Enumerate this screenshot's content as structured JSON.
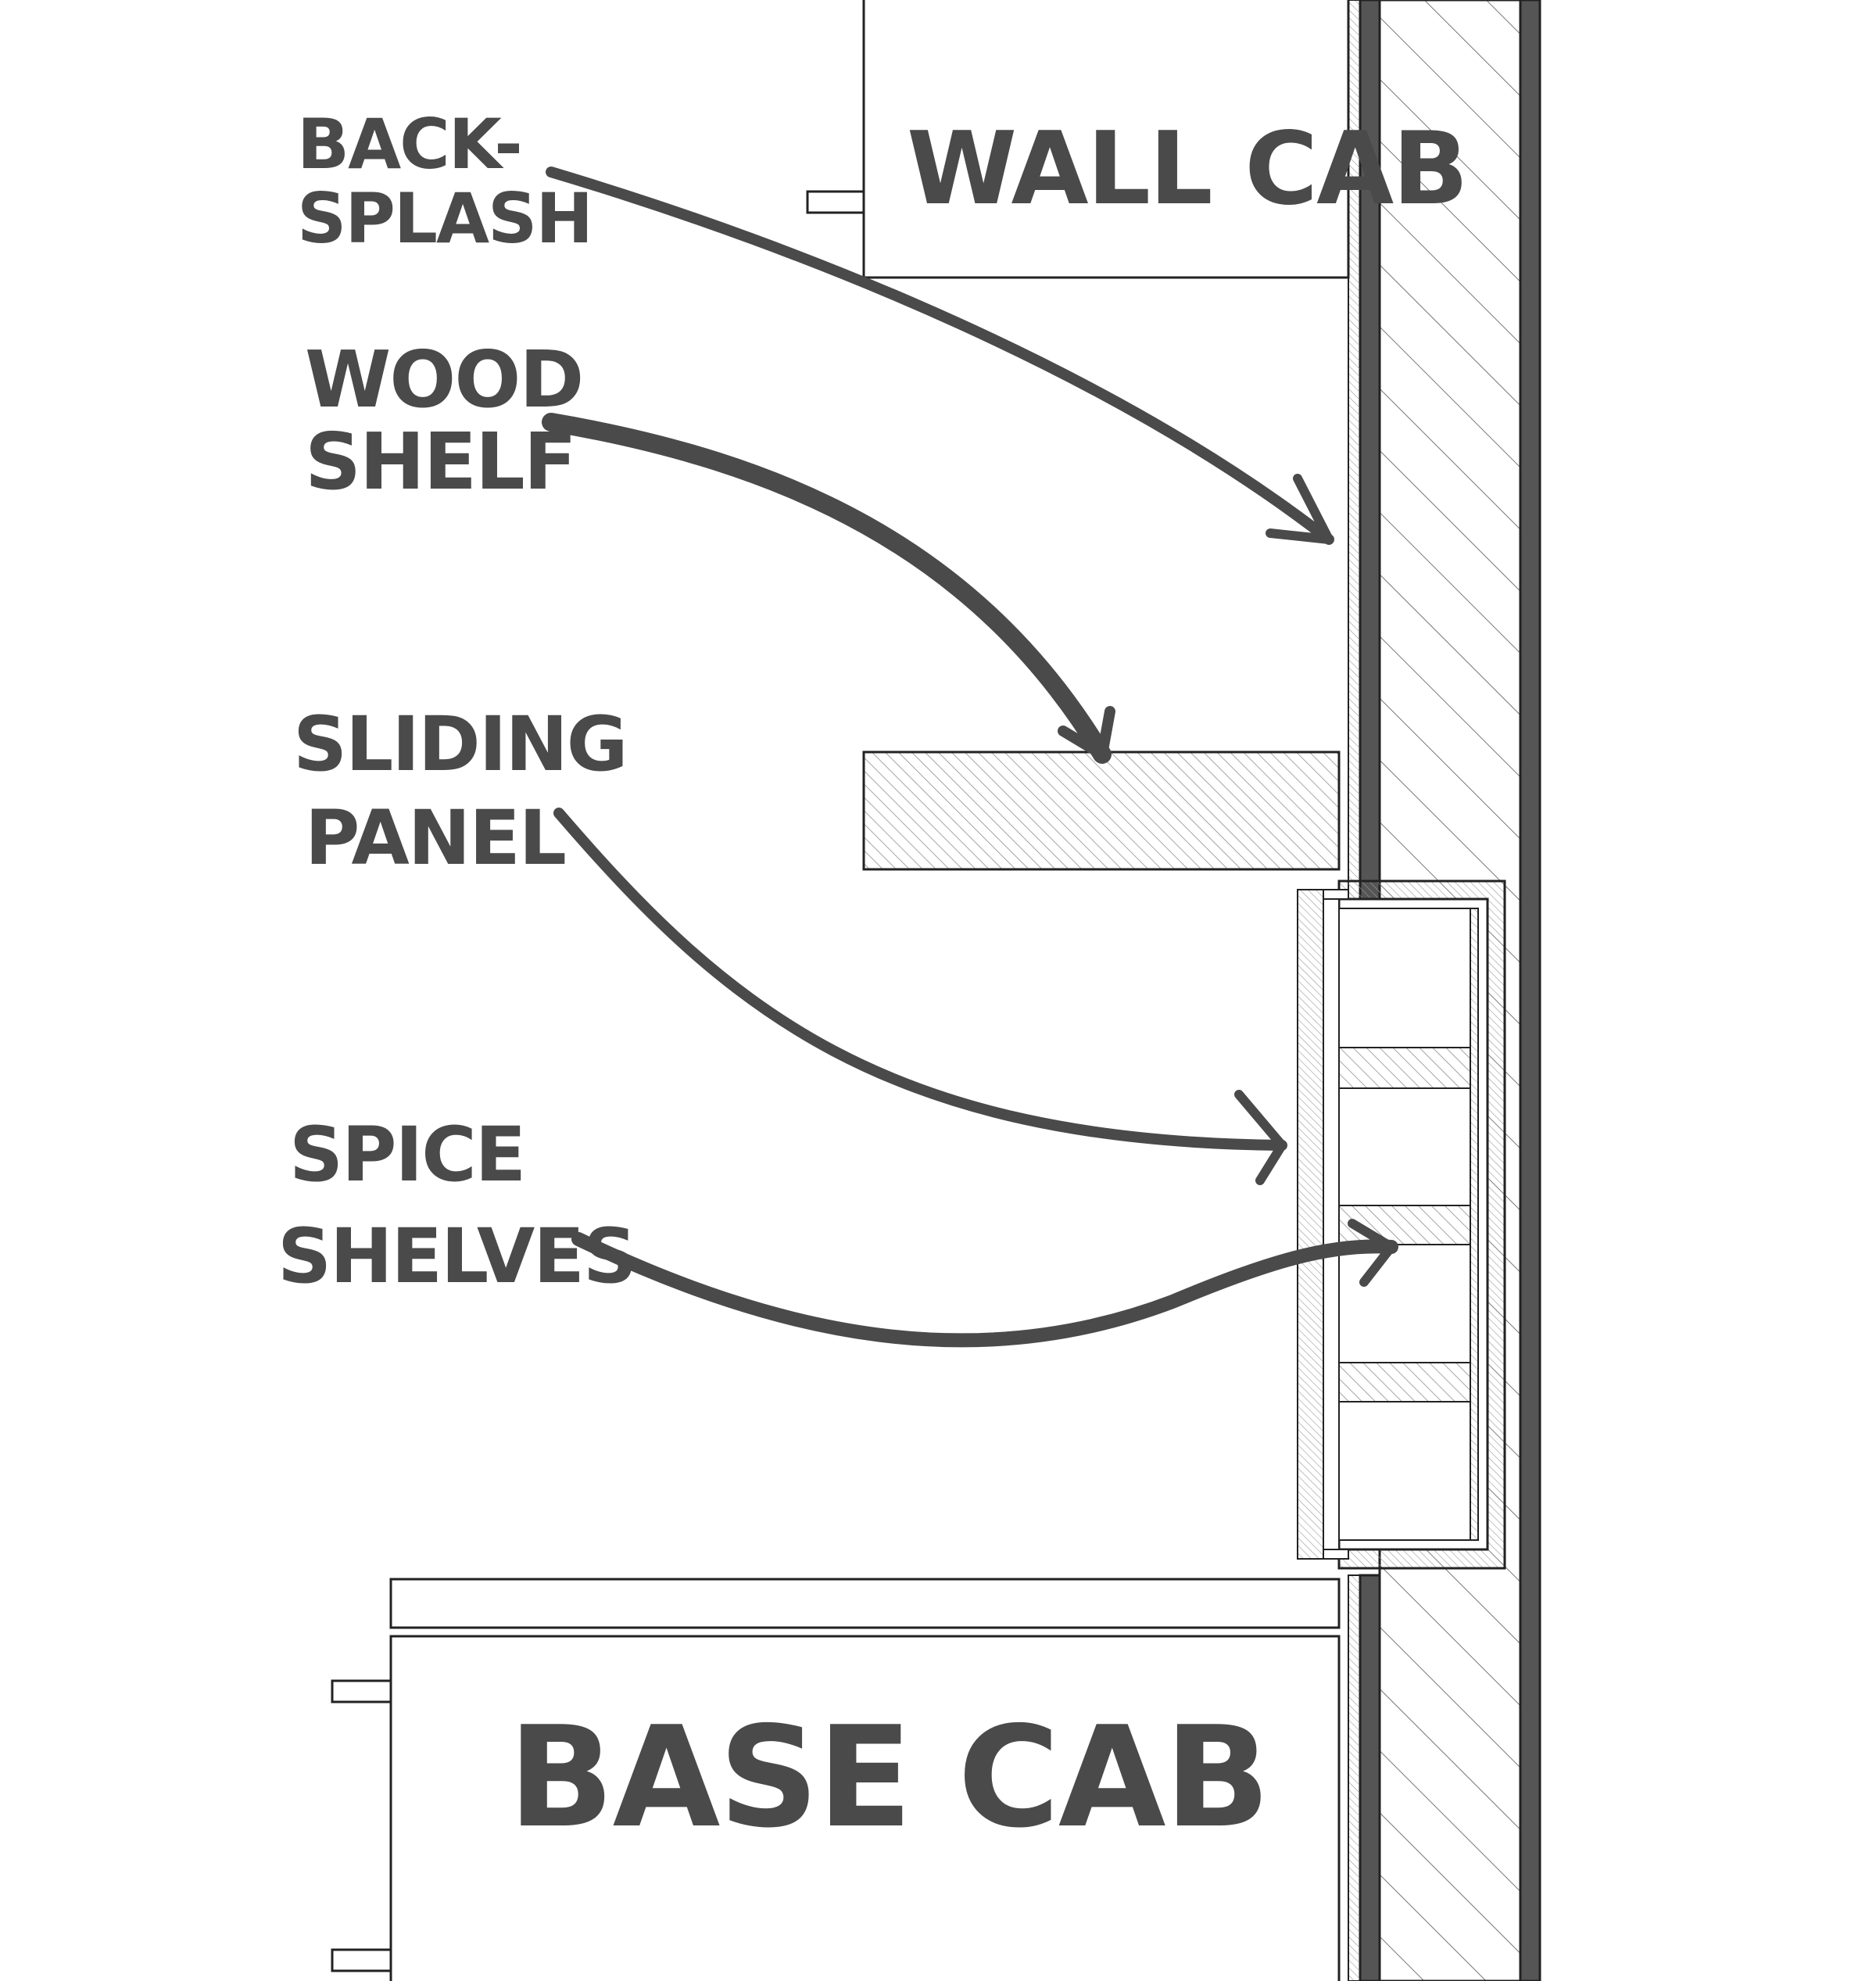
{
  "labels": {
    "backsplash_line1": "BACK-",
    "backsplash_line2": "SPLASH",
    "wood_shelf_line1": "WOOD",
    "wood_shelf_line2": "SHELF",
    "sliding_panel_line1": "SLIDING",
    "sliding_panel_line2": "PANEL",
    "spice_shelves_line1": "SPICE",
    "spice_shelves_line2": "SHELVES",
    "wall_cab": "WALL CAB",
    "base_cab": "BASE CAB"
  },
  "colors": {
    "ink": "#4a4a4a",
    "line": "#222222",
    "wall_dark": "#555555",
    "hatch": "#777777"
  }
}
